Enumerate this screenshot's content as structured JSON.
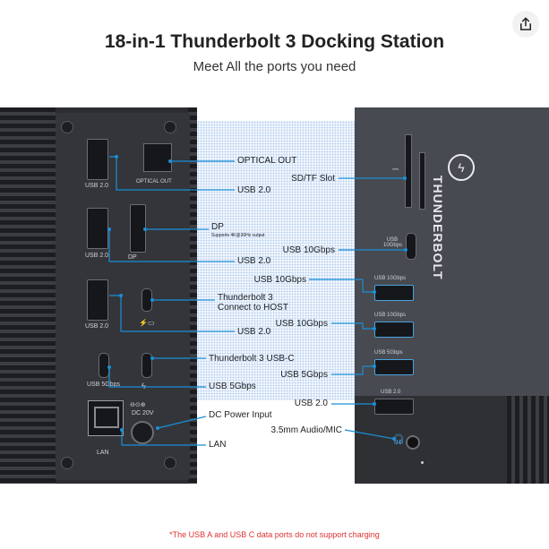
{
  "header": {
    "title": "18-in-1 Thunderbolt 3 Docking Station",
    "subtitle": "Meet All the ports you need"
  },
  "share_icon": "share-icon",
  "left_port_labels": {
    "usb20_a": "USB 2.0",
    "optical": "OPTICAL OUT",
    "usb20_b": "USB 2.0",
    "dp": "DP",
    "usb20_c": "USB 2.0",
    "usb5": "USB 5Gbps",
    "dc": "DC 20V",
    "lan": "LAN"
  },
  "left_callouts": {
    "optical_out": "OPTICAL OUT",
    "usb20_1": "USB 2.0",
    "dp": "DP",
    "dp_sub": "Supports 4K@30Hz output",
    "usb20_2": "USB 2.0",
    "tb3_host_1": "Thunderbolt 3",
    "tb3_host_2": "Connect to HOST",
    "usb20_3": "USB 2.0",
    "tb3_usbc": "Thunderbolt 3 USB-C",
    "usb5": "USB 5Gbps",
    "dc_power": "DC Power Input",
    "lan": "LAN"
  },
  "right_callouts": {
    "sd_tf": "SD/TF Slot",
    "usb10_c": "USB 10Gbps",
    "usb10_a1": "USB 10Gbps",
    "usb10_a2": "USB 10Gbps",
    "usb5": "USB 5Gbps",
    "usb20": "USB 2.0",
    "audio": "3.5mm Audio/MIC"
  },
  "right_port_labels": {
    "usb_c": "USB 10Gbps",
    "usb10_1": "USB 10Gbps",
    "usb10_2": "USB 10Gbps",
    "usb5": "USB 5Gbps",
    "usb20": "USB 2.0"
  },
  "brand": "THUNDERBOLT",
  "footnote": "*The USB A and USB C data ports do not support charging",
  "colors": {
    "callout_line": "#1a8fd6",
    "dock_body": "#2b2d31",
    "accent_blue": "#4aa3e0",
    "footnote": "#dd3333"
  }
}
